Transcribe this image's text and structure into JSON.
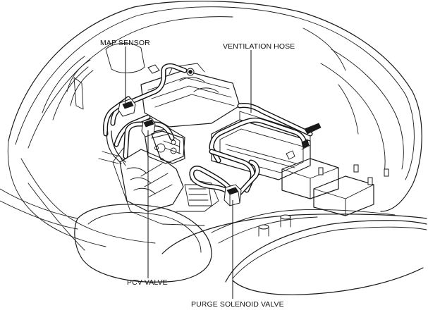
{
  "labels": {
    "map_sensor": "MAP SENSOR",
    "ventilation_hose": "VENTILATION HOSE",
    "pcv_valve": "PCV VALVE",
    "purge_solenoid_valve": "PURGE SOLENOID VALVE"
  },
  "colors": {
    "line": "#1a1a1a",
    "background": "#ffffff"
  }
}
